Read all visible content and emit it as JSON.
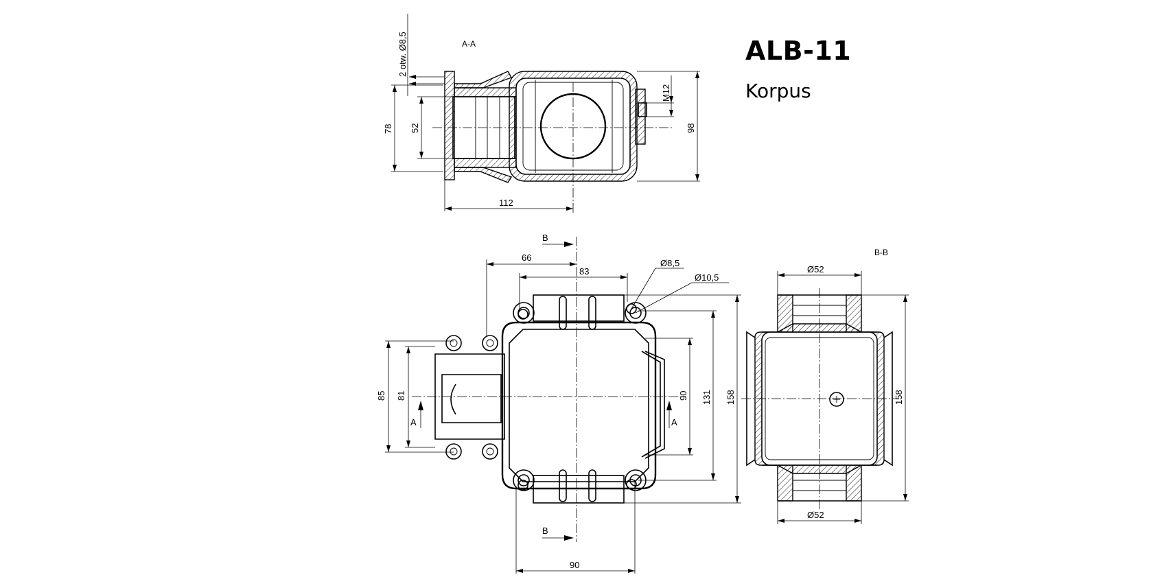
{
  "title": "ALB-11",
  "subtitle": "Korpus",
  "sections": {
    "aa_label": "A-A",
    "bb_label": "B-B",
    "cut_a": "A",
    "cut_b": "B"
  },
  "dimensions": {
    "aa_holes": "2 otw. Ø8,5",
    "aa_78": "78",
    "aa_52": "52",
    "aa_112": "112",
    "aa_m12": "M12",
    "aa_98": "98",
    "top_66": "66",
    "top_83": "83",
    "top_d85": "Ø8,5",
    "top_d105": "Ø10,5",
    "top_85": "85",
    "top_81": "81",
    "top_90v": "90",
    "top_131": "131",
    "top_158": "158",
    "top_90h": "90",
    "bb_d52_top": "Ø52",
    "bb_d52_bottom": "Ø52",
    "bb_158": "158"
  }
}
